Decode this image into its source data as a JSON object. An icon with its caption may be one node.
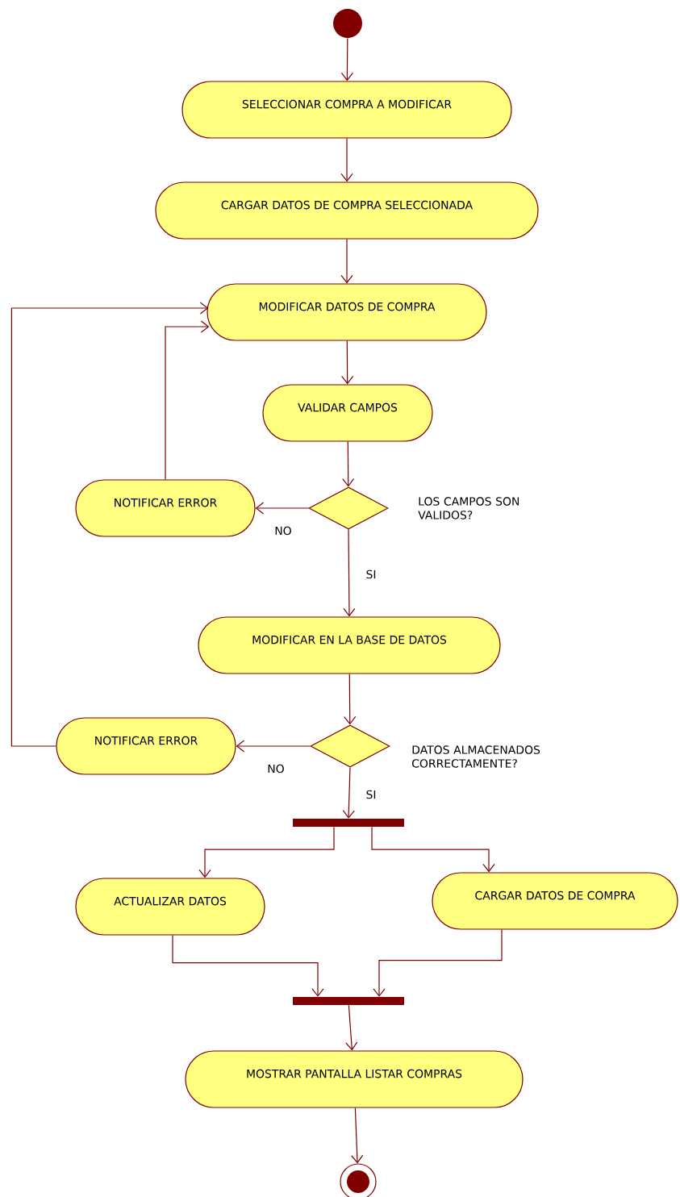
{
  "diagram": {
    "nodes": [
      {
        "text": [],
        "shape": "circle"
      },
      {
        "text": [
          "SELECCIONAR COMPRA A MODIFICAR"
        ]
      },
      {
        "text": [
          "CARGAR DATOS DE COMPRA SELECCIONADA"
        ]
      },
      {
        "text": [
          "MODIFICAR DATOS DE COMPRA"
        ]
      },
      {
        "text": [
          "VALIDAR CAMPOS"
        ]
      },
      {
        "text": [],
        "shape": "diamond",
        "beside": [
          "LOS CAMPOS SON VALIDOS?"
        ]
      },
      {
        "text": [
          "NOTIFICAR ERROR"
        ]
      },
      {
        "text": [
          "MODIFICAR EN LA BASE DE DATOS"
        ]
      },
      {
        "text": [],
        "shape": "diamond",
        "beside": [
          "DATOS ALMACENADOS CORRECTAMENTE?"
        ]
      },
      {
        "text": [
          "NOTIFICAR ERROR"
        ]
      },
      {
        "text": [],
        "shape": "bar"
      },
      {
        "text": [
          "ACTUALIZAR DATOS"
        ]
      },
      {
        "text": [
          "CARGAR DATOS DE COMPRA"
        ]
      },
      {
        "text": [],
        "shape": "bar"
      },
      {
        "text": [
          "MOSTRAR PANTALLA LISTAR COMPRAS"
        ]
      },
      {
        "text": [],
        "shape": "circle"
      }
    ],
    "edges": [
      {
        "from": 0,
        "to": 1,
        "arrow": "to"
      },
      {
        "from": 1,
        "to": 2,
        "arrow": "to"
      },
      {
        "from": 2,
        "to": 3,
        "arrow": "to"
      },
      {
        "from": 3,
        "to": 4,
        "arrow": "to"
      },
      {
        "from": 4,
        "to": 5,
        "arrow": "to"
      },
      {
        "from": 5,
        "to": 6,
        "arrow": "to",
        "label": "NO"
      },
      {
        "from": 5,
        "to": 7,
        "arrow": "to",
        "label": "SI"
      },
      {
        "from": 6,
        "to": 3,
        "arrow": "to"
      },
      {
        "from": 7,
        "to": 8,
        "arrow": "to"
      },
      {
        "from": 8,
        "to": 9,
        "arrow": "to",
        "label": "NO"
      },
      {
        "from": 9,
        "to": 3,
        "arrow": "to"
      },
      {
        "from": 8,
        "to": 10,
        "arrow": "to",
        "label": "SI"
      },
      {
        "from": 10,
        "to": 11,
        "arrow": "to"
      },
      {
        "from": 10,
        "to": 12,
        "arrow": "to"
      },
      {
        "from": 11,
        "to": 13,
        "arrow": "to"
      },
      {
        "from": 12,
        "to": 13,
        "arrow": "to"
      },
      {
        "from": 13,
        "to": 14,
        "arrow": "to"
      },
      {
        "from": 14,
        "to": 15,
        "arrow": "to"
      }
    ]
  }
}
